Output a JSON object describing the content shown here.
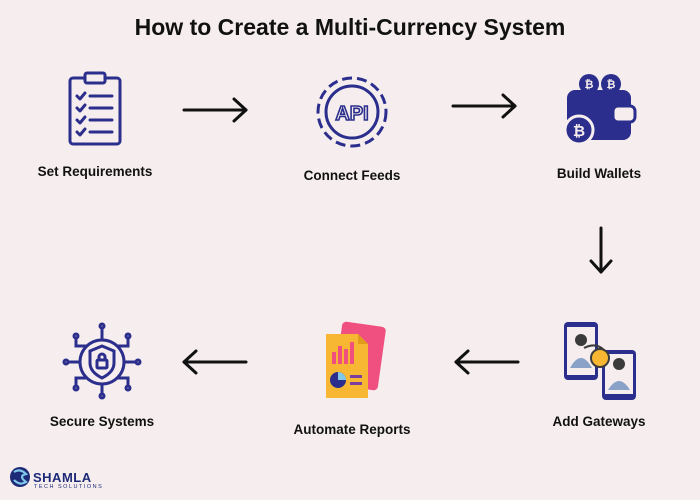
{
  "title": "How to Create a Multi-Currency System",
  "steps": [
    {
      "label": "Set Requirements",
      "icon": "clipboard-checklist-icon"
    },
    {
      "label": "Connect Feeds",
      "icon": "api-gear-icon"
    },
    {
      "label": "Build Wallets",
      "icon": "bitcoin-wallet-icon"
    },
    {
      "label": "Add Gateways",
      "icon": "payment-gateway-icon"
    },
    {
      "label": "Automate Reports",
      "icon": "report-chart-icon"
    },
    {
      "label": "Secure Systems",
      "icon": "security-lock-circuit-icon"
    }
  ],
  "logo": {
    "name": "SHAMLA",
    "tagline": "TECH SOLUTIONS"
  },
  "colors": {
    "navy": "#2b2e8c",
    "accent": "#f7b733",
    "pink": "#f0507f"
  }
}
